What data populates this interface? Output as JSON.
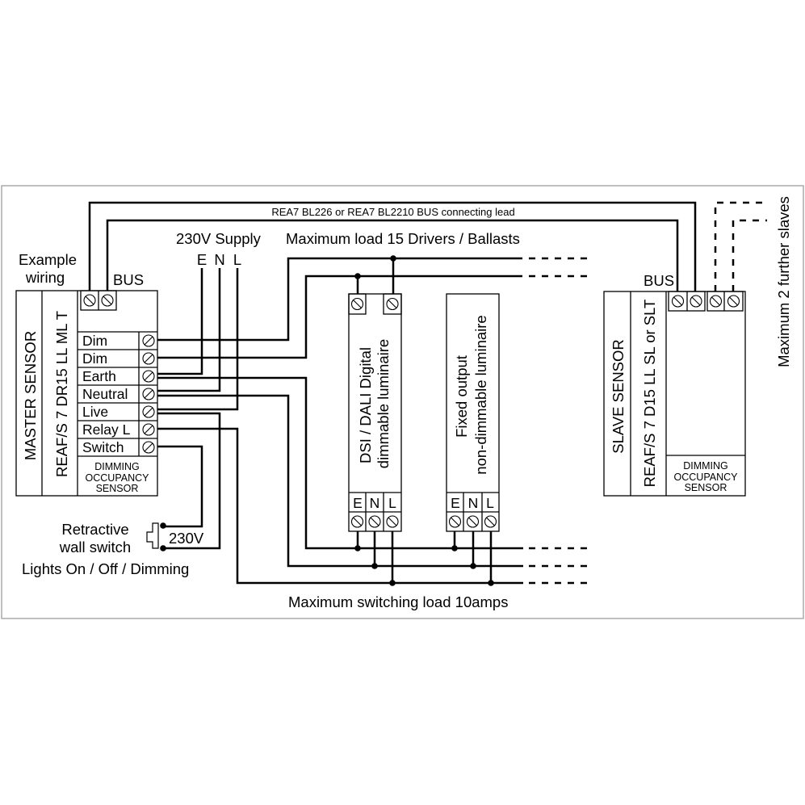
{
  "header": {
    "bus_lead_label": "REA7 BL226 or REA7 BL2210 BUS connecting lead",
    "supply_label": "230V Supply",
    "supply_terminals": [
      "E",
      "N",
      "L"
    ],
    "max_load_label": "Maximum load 15 Drivers / Ballasts"
  },
  "example_wiring": [
    "Example",
    "wiring"
  ],
  "master_sensor": {
    "title": "MASTER SENSOR",
    "model": "REAF/S 7 DR15 LL ML T",
    "bus_label": "BUS",
    "terminals": [
      "Dim",
      "Dim",
      "Earth",
      "Neutral",
      "Live",
      "Relay L",
      "Switch"
    ],
    "footer": [
      "DIMMING",
      "OCCUPANCY",
      "SENSOR"
    ]
  },
  "slave_sensor": {
    "title": "SLAVE SENSOR",
    "model": "REAF/S 7 D15 LL SL or SLT",
    "bus_label": "BUS",
    "footer": [
      "DIMMING",
      "OCCUPANCY",
      "SENSOR"
    ]
  },
  "further_slaves_label": "Maximum 2 further slaves",
  "luminaires": [
    {
      "lines": [
        "DSI / DALI Digital",
        "dimmable luminaire"
      ],
      "terminals": [
        "E",
        "N",
        "L"
      ]
    },
    {
      "lines": [
        "Fixed output",
        "non-dimmable luminaire"
      ],
      "terminals": [
        "E",
        "N",
        "L"
      ]
    }
  ],
  "wall_switch": {
    "lines": [
      "Retractive",
      "wall switch"
    ],
    "voltage": "230V",
    "function": "Lights On / Off / Dimming"
  },
  "footer": {
    "max_switching_label": "Maximum switching load 10amps"
  },
  "colors": {
    "line": "#000000",
    "frame": "#aaaaaa",
    "background": "#ffffff"
  }
}
